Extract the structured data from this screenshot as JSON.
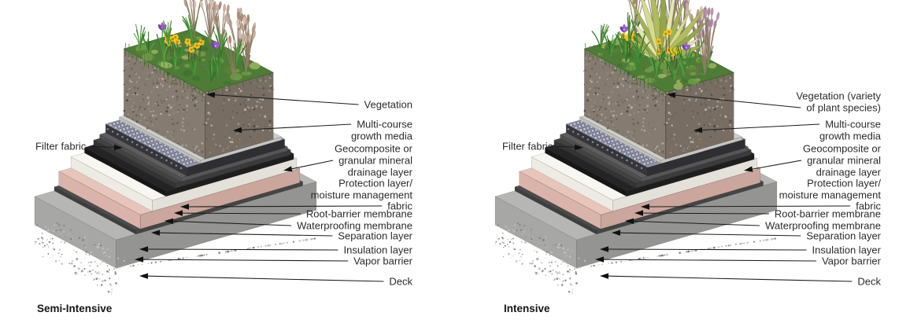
{
  "figure": {
    "panels": [
      {
        "caption": "Semi-Intensive",
        "side_label": "Filter fabric",
        "vegetation_type": "semi-intensive",
        "labels": {
          "vegetation": [
            "Vegetation"
          ],
          "growth_media": [
            "Multi-course",
            "growth media"
          ],
          "drainage": [
            "Geocomposite or",
            "granular mineral",
            "drainage layer"
          ],
          "protection": [
            "Protection layer/",
            "moisture management",
            "fabric"
          ],
          "root_barrier": [
            "Root-barrier membrane"
          ],
          "waterproofing": [
            "Waterproofing membrane"
          ],
          "separation": [
            "Separation layer"
          ],
          "insulation": [
            "Insulation layer"
          ],
          "vapor_barrier": [
            "Vapor barrier"
          ],
          "deck": [
            "Deck"
          ]
        }
      },
      {
        "caption": "Intensive",
        "side_label": "Filter fabric",
        "vegetation_type": "intensive",
        "labels": {
          "vegetation": [
            "Vegetation (variety",
            "of plant species)"
          ],
          "growth_media": [
            "Multi-course",
            "growth media"
          ],
          "drainage": [
            "Geocomposite or",
            "granular mineral",
            "drainage layer"
          ],
          "protection": [
            "Protection layer/",
            "moisture management",
            "fabric"
          ],
          "root_barrier": [
            "Root-barrier membrane"
          ],
          "waterproofing": [
            "Waterproofing membrane"
          ],
          "separation": [
            "Separation layer"
          ],
          "insulation": [
            "Insulation layer"
          ],
          "vapor_barrier": [
            "Vapor barrier"
          ],
          "deck": [
            "Deck"
          ]
        }
      }
    ],
    "layers": [
      {
        "id": "deck",
        "name": "Deck",
        "top": "#b6b6b4",
        "front": "#a7a7a5",
        "end": "#949492"
      },
      {
        "id": "vapor-barrier",
        "name": "Vapor barrier",
        "top": "#4c4c4c",
        "front": "#3e3e3e",
        "end": "#454545"
      },
      {
        "id": "insulation",
        "name": "Insulation layer",
        "top": "#e8c5bb",
        "front": "#dab4aa",
        "end": "#caa69d"
      },
      {
        "id": "separation",
        "name": "Separation layer",
        "top": "#f7f6f0",
        "front": "#edebe3",
        "end": "#e3e1d9"
      },
      {
        "id": "waterproofing",
        "name": "Waterproofing membrane",
        "top": "#242424",
        "front": "#171717",
        "end": "#1e1e1e"
      },
      {
        "id": "root-barrier",
        "name": "Root-barrier membrane",
        "top": "#424242",
        "front": "#343434",
        "end": "#3b3b3b"
      },
      {
        "id": "protection",
        "name": "Protection layer/moisture management fabric",
        "top": "#5e5e5e",
        "front": "#4f4f4f",
        "end": "#565656"
      },
      {
        "id": "drainage",
        "name": "Geocomposite or granular mineral drainage layer",
        "top": "#8f919a",
        "front": "#35353b",
        "end": "#2e2e33",
        "cup": "#babcd8",
        "cup_ring": "#60616e",
        "strip": "#93959f",
        "dimple": "#888894"
      },
      {
        "id": "filter-fabric",
        "name": "Filter fabric",
        "top": "#cdcdc9",
        "front": "#bfbfbb",
        "end": "#c4c4c0"
      },
      {
        "id": "growth-media",
        "name": "Multi-course growth media",
        "top": "#8b8177",
        "front": "#857b70",
        "end": "#776d62"
      }
    ],
    "palette": {
      "ground_green": "#4e7c37",
      "moss": [
        "#6f9c46",
        "#87aa52",
        "#41722f",
        "#9cb45f",
        "#5a8238",
        "#7c9a4a"
      ],
      "soil_patch": "#77685a",
      "media_speckle": [
        "#6b6156",
        "#a89e93",
        "#554e45",
        "#b7aca0",
        "#74685c",
        "#93887c"
      ],
      "deck_speckle": [
        "#8f8f8d",
        "#c6c6c4",
        "#7e7e7c",
        "#bcbcba"
      ],
      "grass_greens": [
        "#3f8a35",
        "#2f6e28",
        "#55a043",
        "#47832f"
      ],
      "plume_tan": [
        "#b49a89",
        "#c7ae9e",
        "#a5876f",
        "#d4bfae"
      ],
      "plume_purple": [
        "#a9839f",
        "#b995ae",
        "#93718b"
      ],
      "plume_stem": "#8f7a65",
      "flower_yellow": "#f3c41d",
      "flower_center": "#b97f12",
      "flower_stem": "#57452f",
      "iris_purple": "#9a5ec2",
      "iris_dark": "#7b3fa8",
      "iris_leaf": "#3c7a32",
      "agave": [
        "#d6da92",
        "#b0bc5e",
        "#94a64b",
        "#e4e6b0",
        "#a4b257"
      ]
    }
  }
}
